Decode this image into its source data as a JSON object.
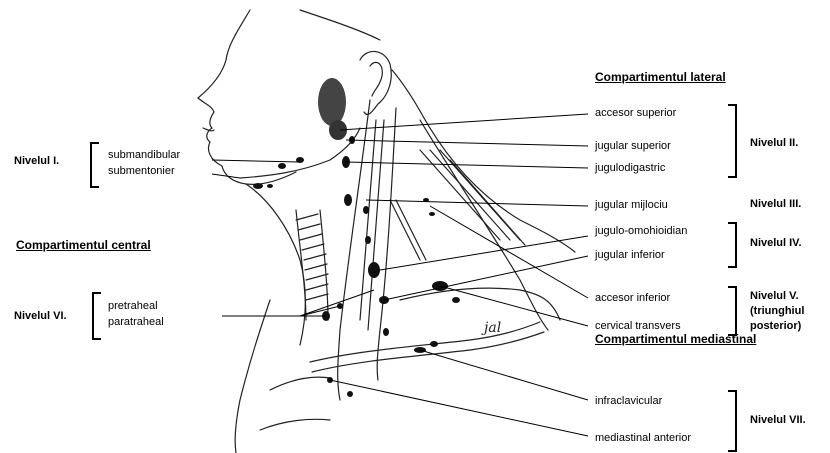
{
  "headers": {
    "lateral": "Compartimentul lateral",
    "central": "Compartimentul central",
    "mediastinal": "Compartimentul mediastinal"
  },
  "levels": {
    "i": "Nivelul I.",
    "ii": "Nivelul II.",
    "iii": "Nivelul III.",
    "iv": "Nivelul IV.",
    "v_line1": "Nivelul V.",
    "v_line2": "(triunghiul",
    "v_line3": "posterior)",
    "vi": "Nivelul VI.",
    "vii": "Nivelul VII."
  },
  "nodes": {
    "submandibular": "submandibular",
    "submentonier": "submentonier",
    "pretraheal": "pretraheal",
    "paratraheal": "paratraheal",
    "accesor_superior": "accesor superior",
    "jugular_superior": "jugular superior",
    "jugulodigastric": "jugulodigastric",
    "jugular_mijlociu": "jugular mijlociu",
    "jugulo_omohioidian": "jugulo-omohioidian",
    "jugular_inferior": "jugular inferior",
    "accesor_inferior": "accesor inferior",
    "cervical_transvers": "cervical transvers",
    "infraclavicular": "infraclavicular",
    "mediastinal_anterior": "mediastinal anterior"
  },
  "signature": "jal"
}
